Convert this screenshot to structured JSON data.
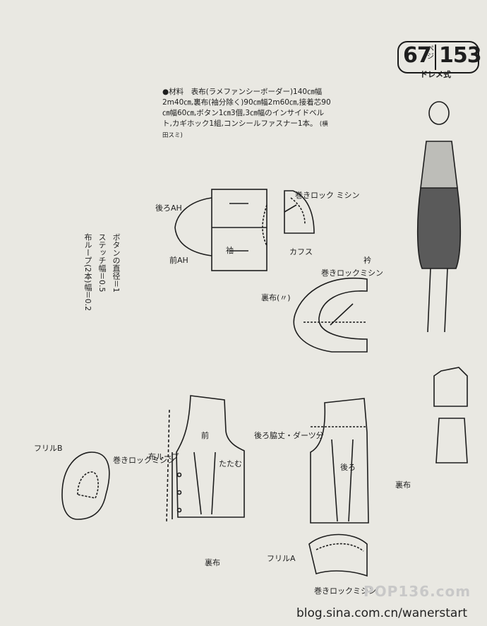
{
  "header": {
    "page_number": "67",
    "page_suffix": "ペ\nジ",
    "design_number": "153",
    "method": "ドレメ式"
  },
  "materials": {
    "text": "●材料　表布(ラメファンシーボーダー)140㎝幅2m40㎝,裏布(袖分除く)90㎝幅2m60㎝,接着芯90㎝幅60㎝,ボタン1㎝3個,3㎝幅のインサイドベルト,カギホック1組,コンシールファスナー1本。",
    "credit": "(横田スミ)"
  },
  "notes": {
    "buttons": "ボタンの直径＝1",
    "stitch": "ステッチ幅＝0.5",
    "loop": "布ループ(2本)幅＝0.2"
  },
  "labels": {
    "sleeve": "袖",
    "back_ah": "後ろAH",
    "front_ah": "前AH",
    "lining": "裏布(〃)",
    "cuffs": "カフス",
    "serge_machine": "巻きロック\nミシン",
    "collar": "衿",
    "collar_serge": "巻きロックミシン",
    "front": "前",
    "tatamu": "たたむ",
    "loop": "布ループ",
    "back_dart": "後ろ脇丈・ダーツ分",
    "back": "後ろ",
    "lining2": "裏布",
    "lining3": "裏布",
    "frill_b": "フリルB",
    "frill_b_serge": "巻きロックミシン",
    "frill_a": "フリルA",
    "frill_a_serge": "巻きロックミシン"
  },
  "watermark": "blog.sina.com.cn/wanerstart",
  "logo": "POP136.com"
}
